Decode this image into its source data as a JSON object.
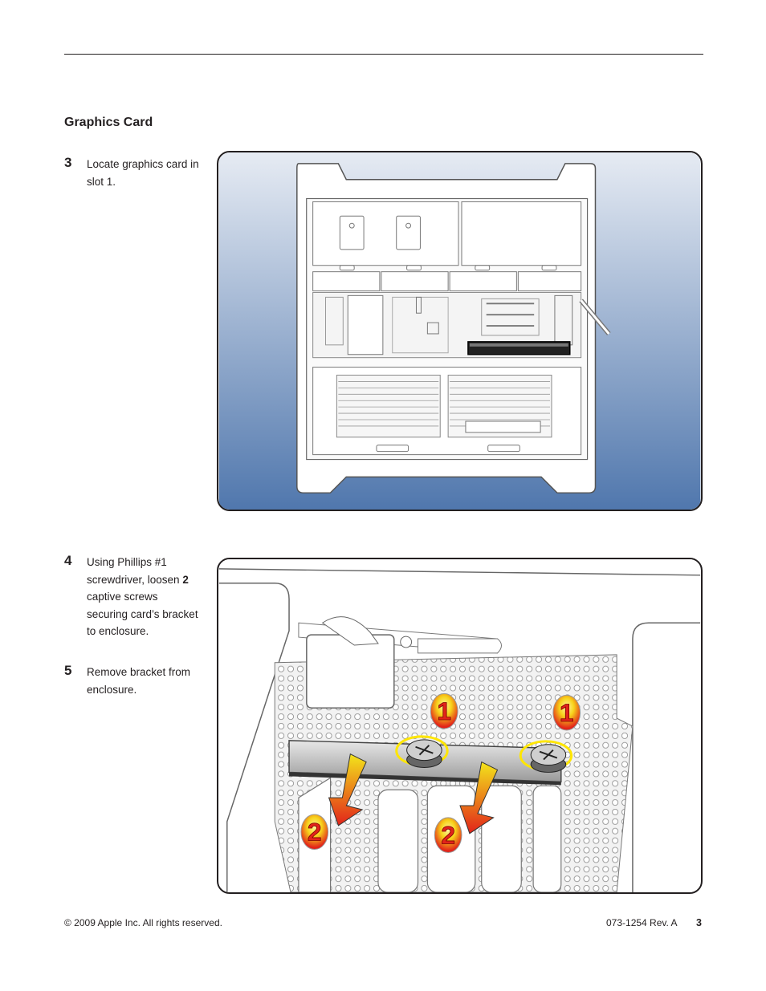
{
  "section_title": "Graphics Card",
  "steps": [
    {
      "number": "3",
      "text": "Locate graphics card in slot 1."
    },
    {
      "number": "4",
      "text_before": "Using Phillips #1 screwdriver, loosen ",
      "text_bold": "2",
      "text_after": " captive screws securing card’s bracket to enclosure."
    },
    {
      "number": "5",
      "text": "Remove bracket from enclosure."
    }
  ],
  "callouts": {
    "screw_label": "1",
    "arrow_label": "2"
  },
  "colors": {
    "panel_gradient_top": "#e6ebf3",
    "panel_gradient_bottom": "#5077ad",
    "arrow_yellow": "#f3e51b",
    "arrow_red": "#e2231a",
    "highlight_yellow": "#ffe600"
  },
  "footer": {
    "copyright": "© 2009 Apple Inc. All rights reserved.",
    "revision": "073-1254 Rev. A",
    "page_number": "3"
  }
}
